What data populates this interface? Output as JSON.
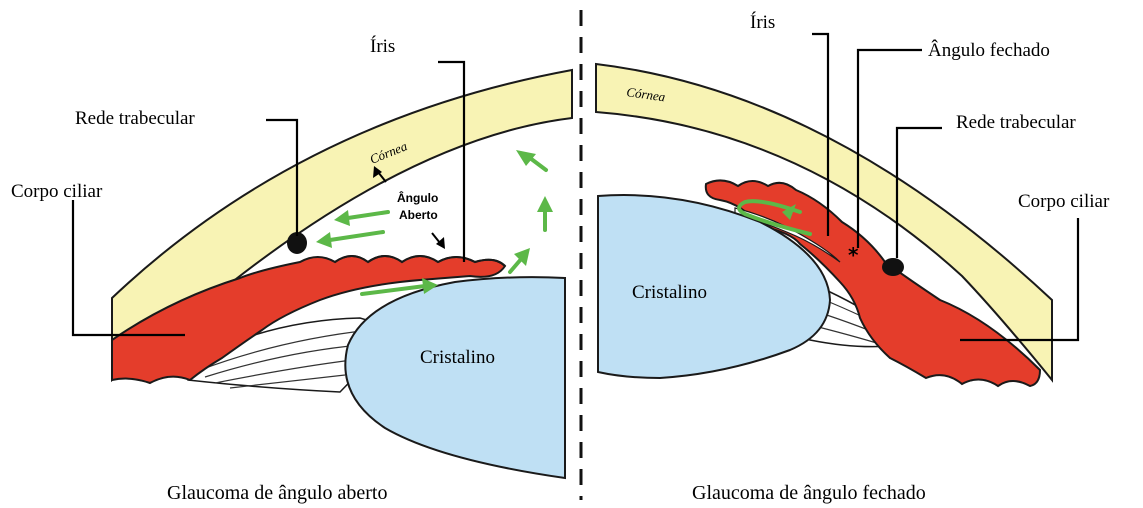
{
  "left_panel": {
    "caption": "Glaucoma de ângulo aberto",
    "labels": {
      "iris": "Íris",
      "trabecular": "Rede trabecular",
      "ciliary": "Corpo ciliar",
      "cornea": "Córnea",
      "angle_line1": "Ângulo",
      "angle_line2": "Aberto",
      "lens": "Cristalino"
    }
  },
  "right_panel": {
    "caption": "Glaucoma de ângulo fechado",
    "labels": {
      "iris": "Íris",
      "closed_angle": "Ângulo fechado",
      "trabecular": "Rede trabecular",
      "ciliary": "Corpo ciliar",
      "cornea": "Córnea",
      "lens": "Cristalino"
    }
  },
  "colors": {
    "cornea": "#f8f3b4",
    "iris_ciliary": "#e43d2b",
    "lens": "#bfe0f4",
    "flow_arrows": "#5cb848",
    "outline": "#1a1a1a"
  }
}
